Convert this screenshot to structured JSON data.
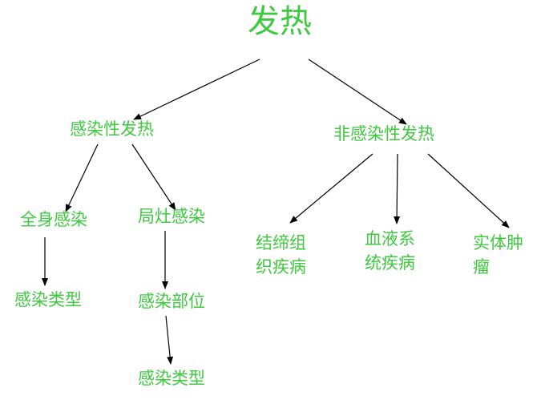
{
  "diagram": {
    "root": "发热",
    "infectious": {
      "label": "感染性发热",
      "systemic": {
        "label": "全身感染",
        "child": "感染类型"
      },
      "local": {
        "label": "局灶感染",
        "child": "感染部位",
        "grandchild": "感染类型"
      }
    },
    "noninfectious": {
      "label": "非感染性发热",
      "children": [
        {
          "line1": "结缔组",
          "line2": "织疾病"
        },
        {
          "line1": "血液系",
          "line2": "统疾病"
        },
        {
          "line1": "实体肿",
          "line2": "瘤"
        }
      ]
    }
  },
  "colors": {
    "text": "#3ec93e",
    "edge": "#000000"
  }
}
